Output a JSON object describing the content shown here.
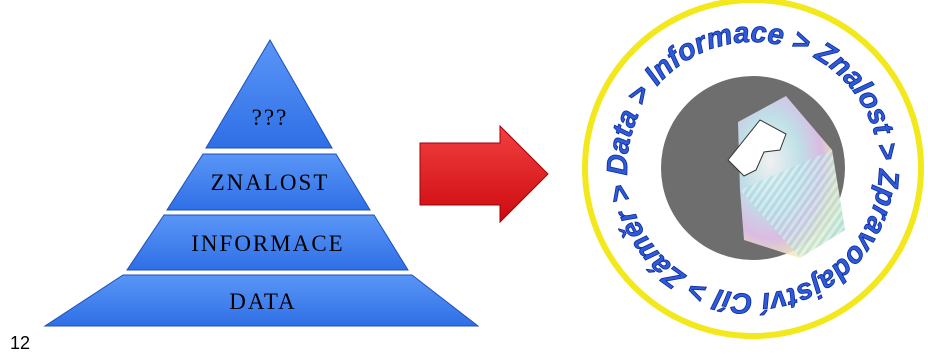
{
  "pyramid": {
    "levels": [
      {
        "label": "???"
      },
      {
        "label": "ZNALOST"
      },
      {
        "label": "INFORMACE"
      },
      {
        "label": "DATA"
      }
    ]
  },
  "ring": {
    "text": "Cíl > Záměr > Data > Informace > Znalost > Zpravodajství >"
  },
  "slide_number": "12",
  "colors": {
    "pyramid_fill": "#3f7ff0",
    "arrow": "#e8141c",
    "ring_border": "#f2e81c",
    "ring_text": "#2f5bd6",
    "disc": "#6e6e6e"
  }
}
